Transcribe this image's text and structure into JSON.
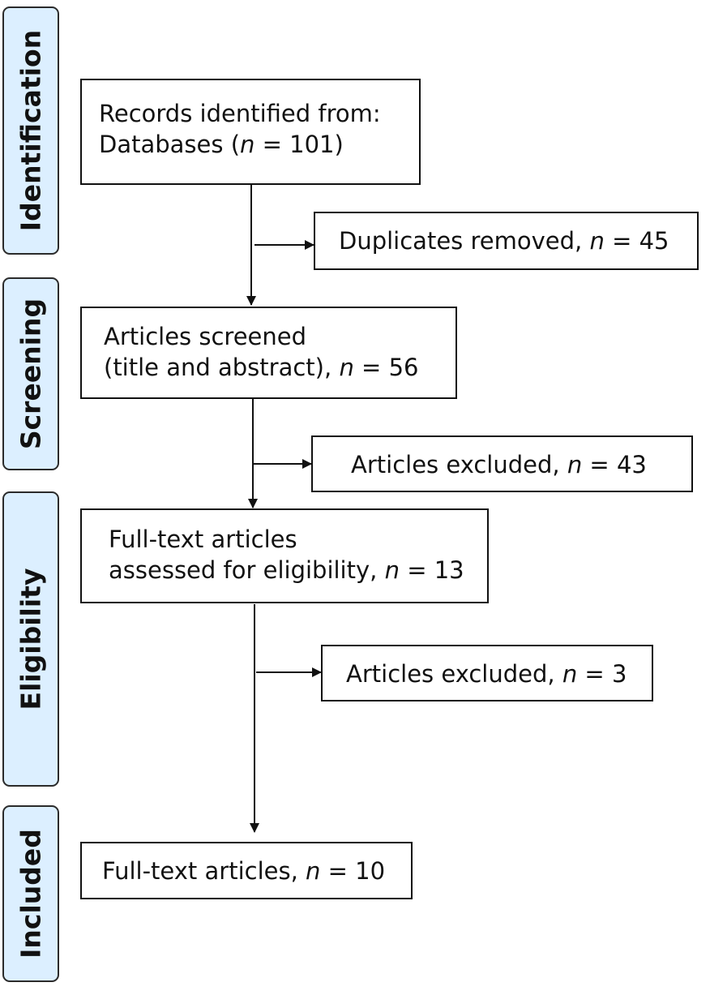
{
  "phases": {
    "identification": "Identification",
    "screening": "Screening",
    "eligibility": "Eligibility",
    "included": "Included"
  },
  "boxes": {
    "records": {
      "line1": "Records identified from:",
      "line2_pre": "Databases (",
      "n_symbol": "n",
      "line2_post": " = 101)"
    },
    "duplicates": {
      "pre": "Duplicates removed, ",
      "n_symbol": "n",
      "post": " = 45"
    },
    "screened": {
      "line1": "Articles screened",
      "line2_pre": "(title and abstract), ",
      "n_symbol": "n",
      "line2_post": " = 56"
    },
    "excluded_screening": {
      "pre": "Articles excluded, ",
      "n_symbol": "n",
      "post": " = 43"
    },
    "fulltext_assessed": {
      "line1": "Full-text articles",
      "line2_pre": "assessed for eligibility, ",
      "n_symbol": "n",
      "line2_post": " = 13"
    },
    "excluded_eligibility": {
      "pre": "Articles excluded, ",
      "n_symbol": "n",
      "post": " = 3"
    },
    "included": {
      "pre": "Full-text articles, ",
      "n_symbol": "n",
      "post": " = 10"
    }
  }
}
